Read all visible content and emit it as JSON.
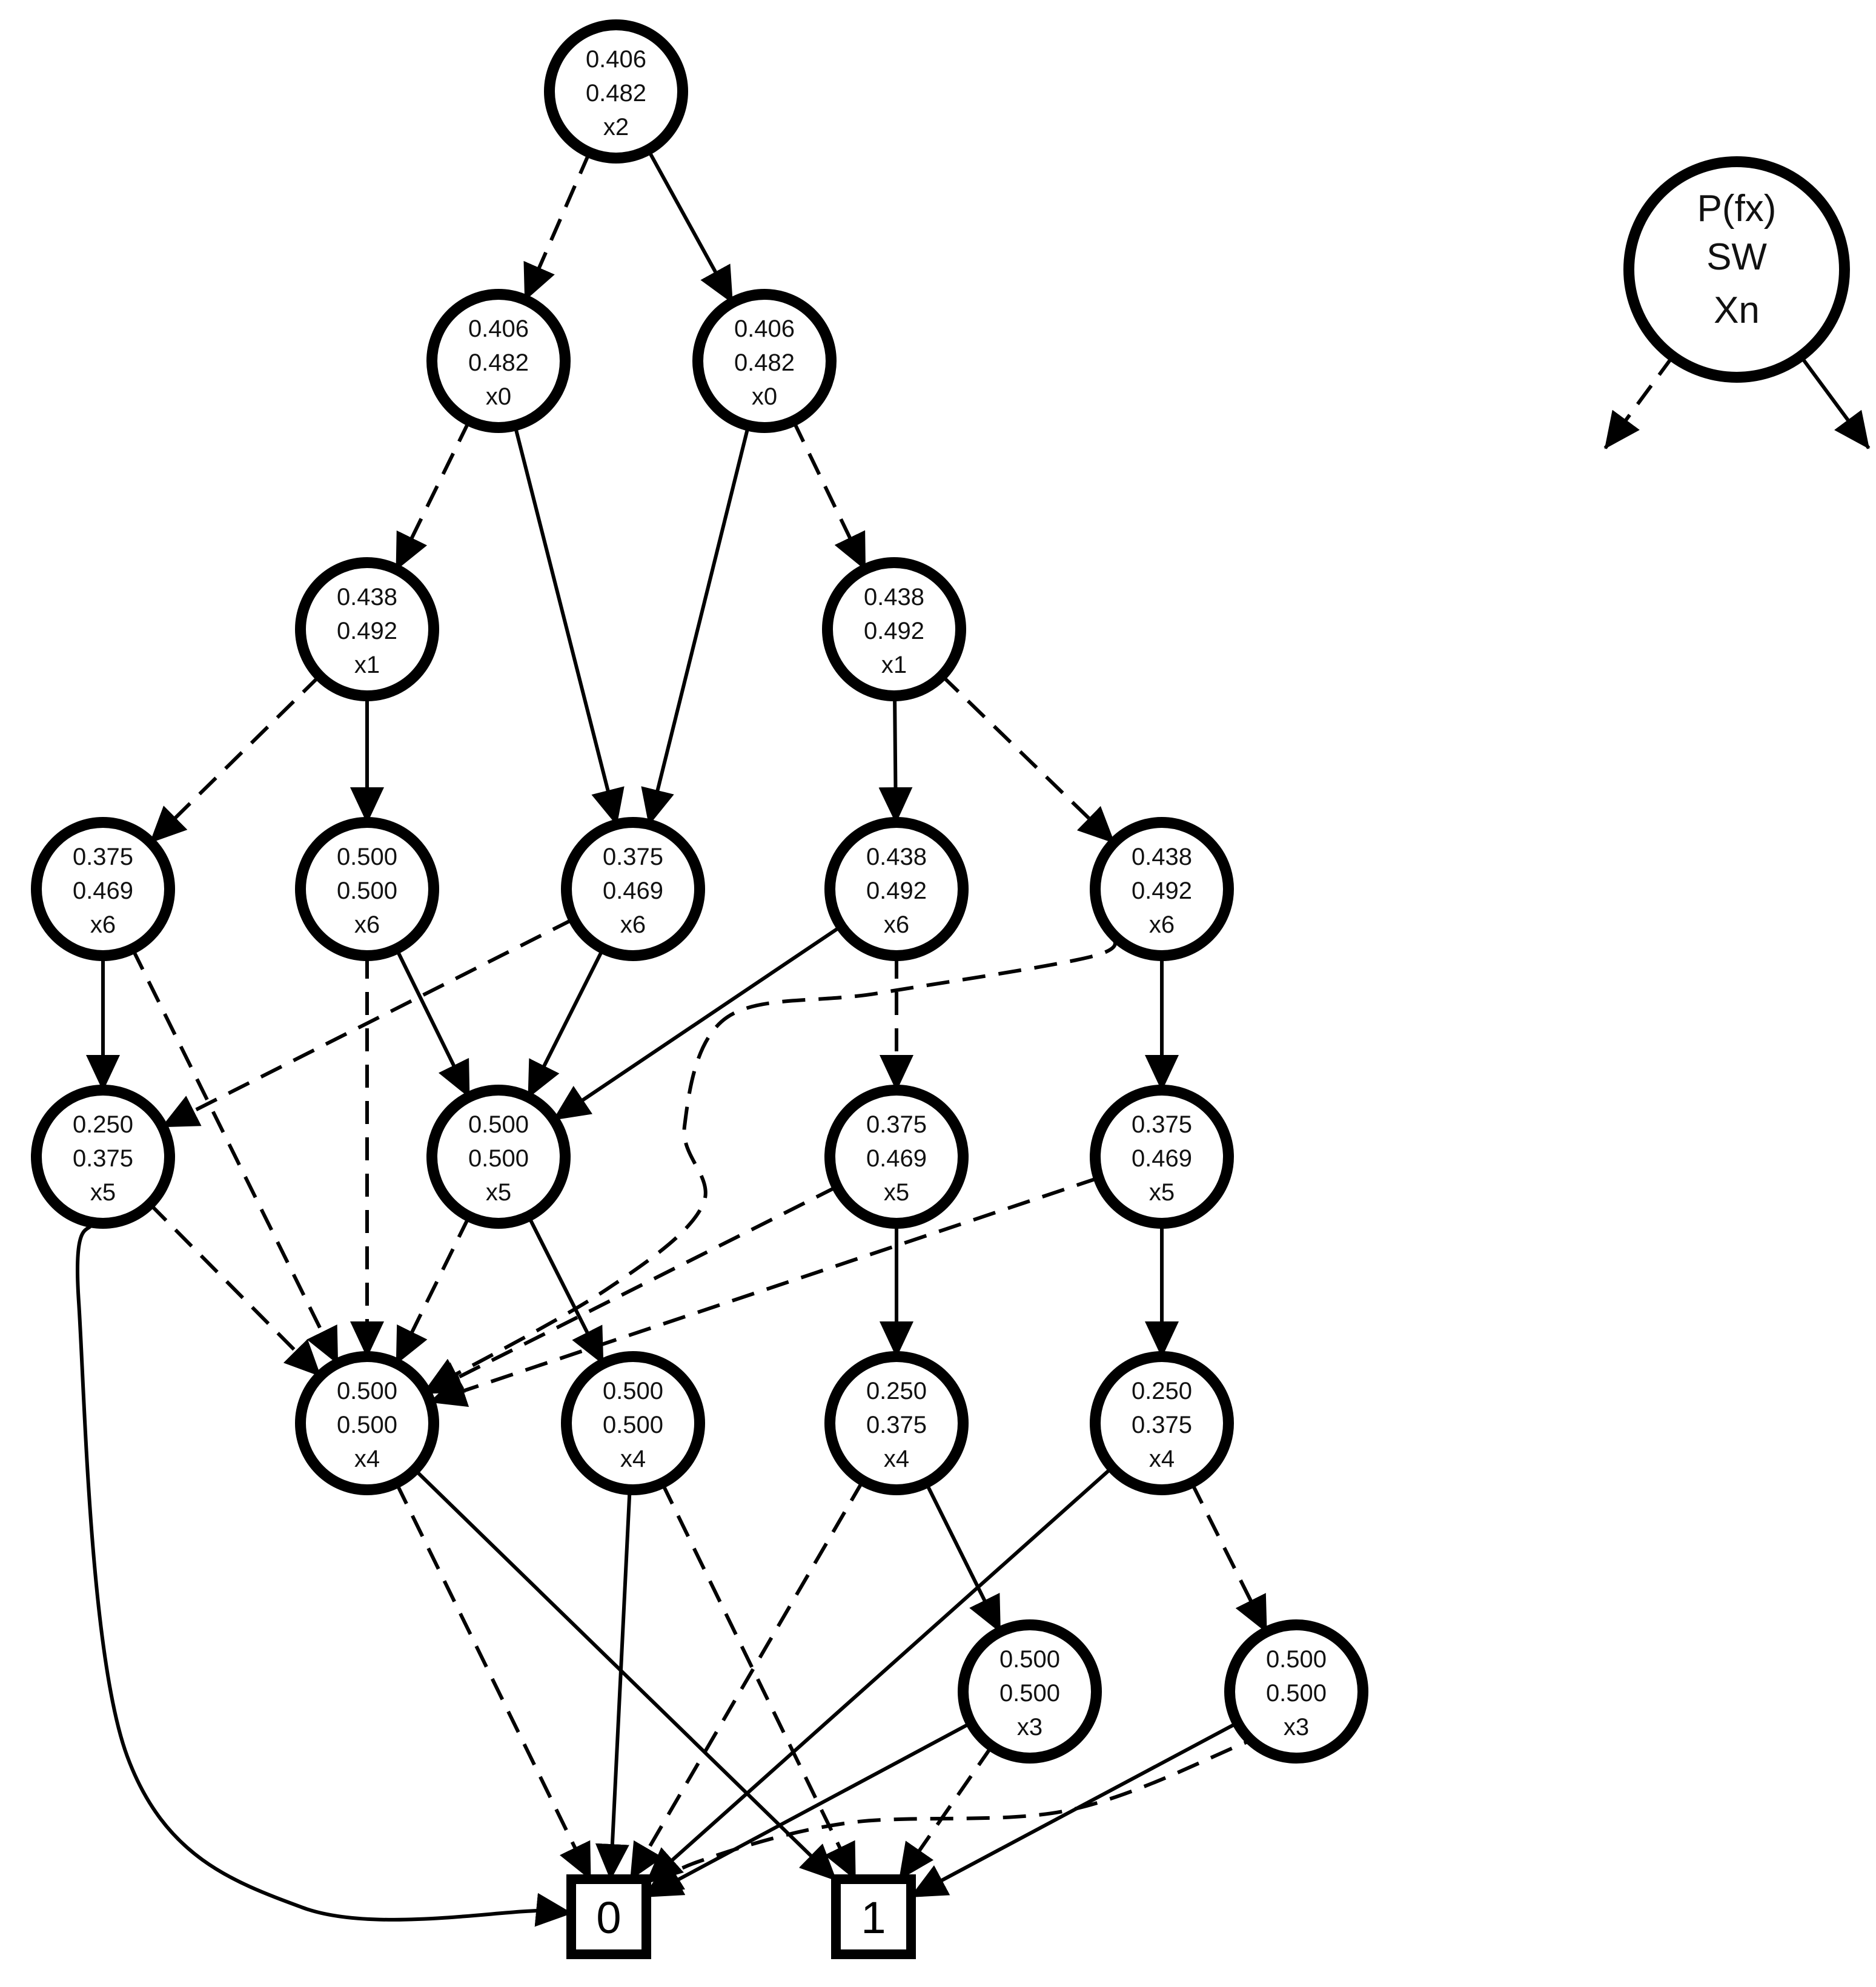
{
  "nodes": [
    {
      "id": "n1",
      "lines": [
        "0.406",
        "0.482",
        "x2"
      ]
    },
    {
      "id": "n2",
      "lines": [
        "0.406",
        "0.482",
        "x0"
      ]
    },
    {
      "id": "n3",
      "lines": [
        "0.406",
        "0.482",
        "x0"
      ]
    },
    {
      "id": "n4",
      "lines": [
        "0.438",
        "0.492",
        "x1"
      ]
    },
    {
      "id": "n5",
      "lines": [
        "0.438",
        "0.492",
        "x1"
      ]
    },
    {
      "id": "n6",
      "lines": [
        "0.375",
        "0.469",
        "x6"
      ]
    },
    {
      "id": "n7",
      "lines": [
        "0.500",
        "0.500",
        "x6"
      ]
    },
    {
      "id": "n8",
      "lines": [
        "0.375",
        "0.469",
        "x6"
      ]
    },
    {
      "id": "n9",
      "lines": [
        "0.438",
        "0.492",
        "x6"
      ]
    },
    {
      "id": "n10",
      "lines": [
        "0.438",
        "0.492",
        "x6"
      ]
    },
    {
      "id": "n11",
      "lines": [
        "0.250",
        "0.375",
        "x5"
      ]
    },
    {
      "id": "n12",
      "lines": [
        "0.500",
        "0.500",
        "x5"
      ]
    },
    {
      "id": "n13",
      "lines": [
        "0.375",
        "0.469",
        "x5"
      ]
    },
    {
      "id": "n14",
      "lines": [
        "0.375",
        "0.469",
        "x5"
      ]
    },
    {
      "id": "n15",
      "lines": [
        "0.500",
        "0.500",
        "x4"
      ]
    },
    {
      "id": "n16",
      "lines": [
        "0.500",
        "0.500",
        "x4"
      ]
    },
    {
      "id": "n17",
      "lines": [
        "0.250",
        "0.375",
        "x4"
      ]
    },
    {
      "id": "n18",
      "lines": [
        "0.250",
        "0.375",
        "x4"
      ]
    },
    {
      "id": "n19",
      "lines": [
        "0.500",
        "0.500",
        "x3"
      ]
    },
    {
      "id": "n20",
      "lines": [
        "0.500",
        "0.500",
        "x3"
      ]
    }
  ],
  "terminals": [
    {
      "id": "t0",
      "label": "0"
    },
    {
      "id": "t1",
      "label": "1"
    }
  ],
  "legend": {
    "lines": [
      "P(fx)",
      "SW",
      "Xn"
    ]
  },
  "edges": [
    {
      "from": "n1",
      "to": "n2",
      "style": "dashed"
    },
    {
      "from": "n1",
      "to": "n3",
      "style": "solid"
    },
    {
      "from": "n2",
      "to": "n4",
      "style": "dashed"
    },
    {
      "from": "n2",
      "to": "n8",
      "style": "solid"
    },
    {
      "from": "n3",
      "to": "n8",
      "style": "solid"
    },
    {
      "from": "n3",
      "to": "n5",
      "style": "dashed"
    },
    {
      "from": "n4",
      "to": "n6",
      "style": "dashed"
    },
    {
      "from": "n4",
      "to": "n7",
      "style": "solid"
    },
    {
      "from": "n5",
      "to": "n9",
      "style": "solid"
    },
    {
      "from": "n5",
      "to": "n10",
      "style": "dashed"
    },
    {
      "from": "n6",
      "to": "n11",
      "style": "solid"
    },
    {
      "from": "n6",
      "to": "n15",
      "style": "dashed"
    },
    {
      "from": "n7",
      "to": "n12",
      "style": "solid"
    },
    {
      "from": "n7",
      "to": "n15",
      "style": "dashed"
    },
    {
      "from": "n8",
      "to": "n11",
      "style": "dashed"
    },
    {
      "from": "n8",
      "to": "n12",
      "style": "solid"
    },
    {
      "from": "n9",
      "to": "n12",
      "style": "solid"
    },
    {
      "from": "n9",
      "to": "n13",
      "style": "dashed"
    },
    {
      "from": "n10",
      "to": "n15",
      "style": "dashed"
    },
    {
      "from": "n10",
      "to": "n14",
      "style": "solid"
    },
    {
      "from": "n11",
      "to": "n15",
      "style": "dashed"
    },
    {
      "from": "n11",
      "to": "t0",
      "style": "solid"
    },
    {
      "from": "n12",
      "to": "n15",
      "style": "dashed"
    },
    {
      "from": "n12",
      "to": "n16",
      "style": "solid"
    },
    {
      "from": "n13",
      "to": "n15",
      "style": "dashed"
    },
    {
      "from": "n13",
      "to": "n17",
      "style": "solid"
    },
    {
      "from": "n14",
      "to": "n15",
      "style": "dashed"
    },
    {
      "from": "n14",
      "to": "n18",
      "style": "solid"
    },
    {
      "from": "n15",
      "to": "t0",
      "style": "dashed"
    },
    {
      "from": "n15",
      "to": "t1",
      "style": "solid"
    },
    {
      "from": "n16",
      "to": "t0",
      "style": "solid"
    },
    {
      "from": "n16",
      "to": "t1",
      "style": "dashed"
    },
    {
      "from": "n17",
      "to": "t0",
      "style": "dashed"
    },
    {
      "from": "n17",
      "to": "n19",
      "style": "solid"
    },
    {
      "from": "n18",
      "to": "t0",
      "style": "solid"
    },
    {
      "from": "n18",
      "to": "n20",
      "style": "dashed"
    },
    {
      "from": "n19",
      "to": "t0",
      "style": "solid"
    },
    {
      "from": "n19",
      "to": "t1",
      "style": "dashed"
    },
    {
      "from": "n20",
      "to": "t0",
      "style": "dashed"
    },
    {
      "from": "n20",
      "to": "t1",
      "style": "solid"
    },
    {
      "from": "legend",
      "to": "legend-low",
      "style": "dashed"
    },
    {
      "from": "legend",
      "to": "legend-high",
      "style": "solid"
    }
  ]
}
